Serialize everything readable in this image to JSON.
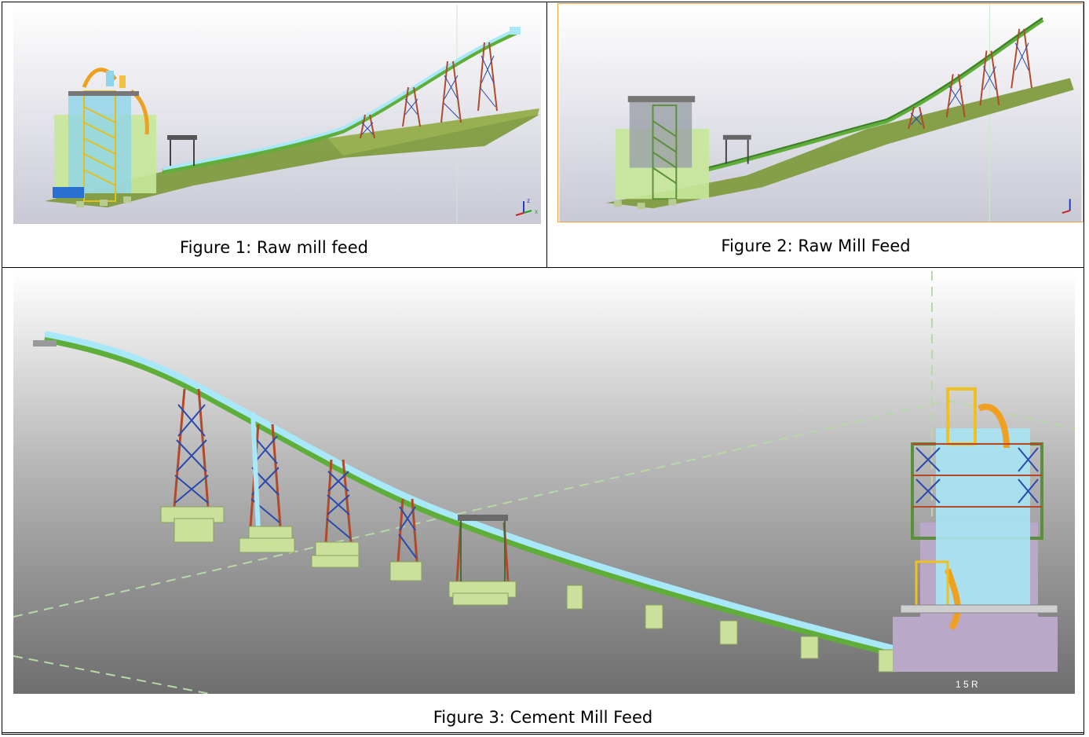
{
  "figures": [
    {
      "id": "fig1",
      "caption": "Figure 1: Raw mill feed"
    },
    {
      "id": "fig2",
      "caption": "Figure 2: Raw Mill Feed"
    },
    {
      "id": "fig3",
      "caption": "Figure 3: Cement Mill Feed"
    }
  ],
  "colors": {
    "ground": "#8fa84a",
    "conveyor": "#9fe4f6",
    "truss_red": "#b24a2a",
    "truss_blue": "#2a4ab0",
    "steel_green": "#5c8f3a",
    "structure_light": "#c8e89a",
    "footing": "#cbe09a",
    "building_grey": "#b9a8c8"
  },
  "axis_labels": [
    "z",
    "x"
  ]
}
